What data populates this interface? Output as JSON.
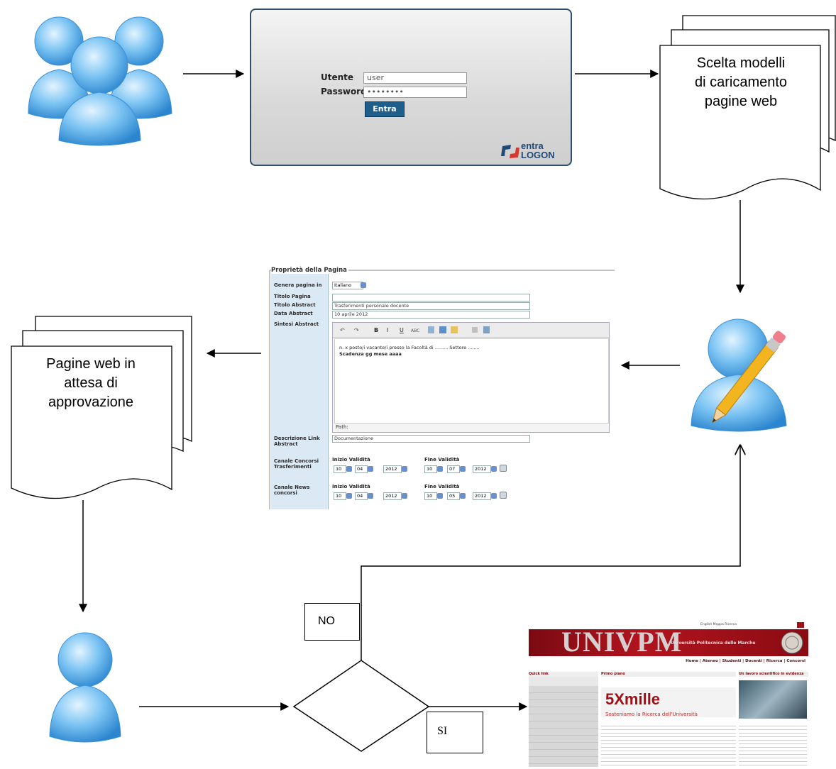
{
  "login": {
    "user_label": "Utente",
    "password_label": "Password",
    "user_value": "user",
    "password_value": "••••••••",
    "submit_label": "Entra",
    "logo_top": "entra",
    "logo_bottom": "LOGON"
  },
  "doc_models": {
    "line1": "Scelta modelli",
    "line2": "di caricamento",
    "line3": "pagine web"
  },
  "doc_pending": {
    "line1": "Pagine web in",
    "line2": "attesa di",
    "line3": "approvazione"
  },
  "form": {
    "title": "Proprietà della Pagina",
    "label_genera": "Genera pagina in",
    "value_genera": "Italiano",
    "label_titolo_pagina": "Titolo Pagina",
    "label_titolo_abstract": "Titolo Abstract",
    "value_titolo_abstract": "Trasferimenti personale docente",
    "label_data_abstract": "Data Abstract",
    "value_data_abstract": "10 aprile 2012",
    "label_sintesi": "Sintesi Abstract",
    "editor_line1": "n. x posto/i  vacante/i presso la Facoltà di ......... Settore ........",
    "editor_line2": "Scadenza gg mese aaaa",
    "editor_path": "Path:",
    "label_descrizione_1": "Descrizione Link",
    "label_descrizione_2": "Abstract",
    "value_descrizione": "Documentazione",
    "label_canale_conc_1": "Canale Concorsi",
    "label_canale_conc_2": "Trasferimenti",
    "label_canale_news_1": "Canale News",
    "label_canale_news_2": "concorsi",
    "inizio": "Inizio Validità",
    "fine": "Fine Validità",
    "row1": {
      "d1": "10",
      "m1": "04",
      "y1": "2012",
      "d2": "10",
      "m2": "07",
      "y2": "2012"
    },
    "row2": {
      "d1": "10",
      "m1": "04",
      "y1": "2012",
      "d2": "10",
      "m2": "05",
      "y2": "2012"
    }
  },
  "decision": {
    "no_label": "NO",
    "si_label": "SI"
  },
  "site": {
    "logo": "UNIVPM",
    "subtitle": "Università Politecnica delle Marche",
    "nav": "Home | Ateneo | Studenti | Docenti | Ricerca | Concorsi",
    "quick_link": "Quick link",
    "primo_piano": "Primo piano",
    "ricerca": "Un lavoro scientifico in evidenza",
    "mille": "5Xmille",
    "mille_sub": "Sosteniamo la Ricerca dell'Università",
    "top_links": "English  Mappa  Ricerca"
  }
}
